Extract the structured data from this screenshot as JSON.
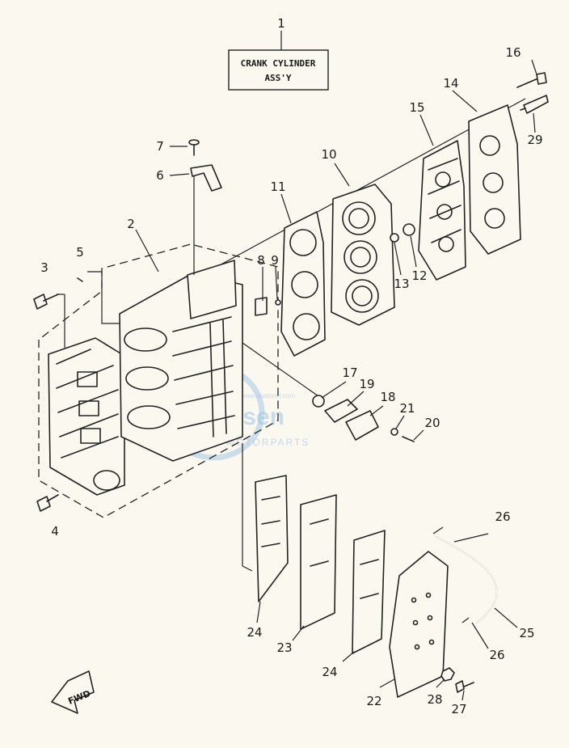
{
  "title_box": {
    "line1": "CRANK CYLINDER",
    "line2": "ASS'Y"
  },
  "watermark": {
    "brand": "MOTORPARTS",
    "site": "www.boatsnet.com"
  },
  "direction_label": "FWD",
  "callouts": [
    "1",
    "2",
    "3",
    "4",
    "5",
    "6",
    "7",
    "8",
    "9",
    "10",
    "11",
    "12",
    "13",
    "14",
    "15",
    "16",
    "17",
    "18",
    "19",
    "20",
    "21",
    "22",
    "23",
    "24",
    "24",
    "25",
    "26",
    "26",
    "27",
    "28",
    "29"
  ],
  "colors": {
    "ink": "#222222",
    "paper": "#fbf9ef",
    "watermark": "#9ec3e6"
  }
}
